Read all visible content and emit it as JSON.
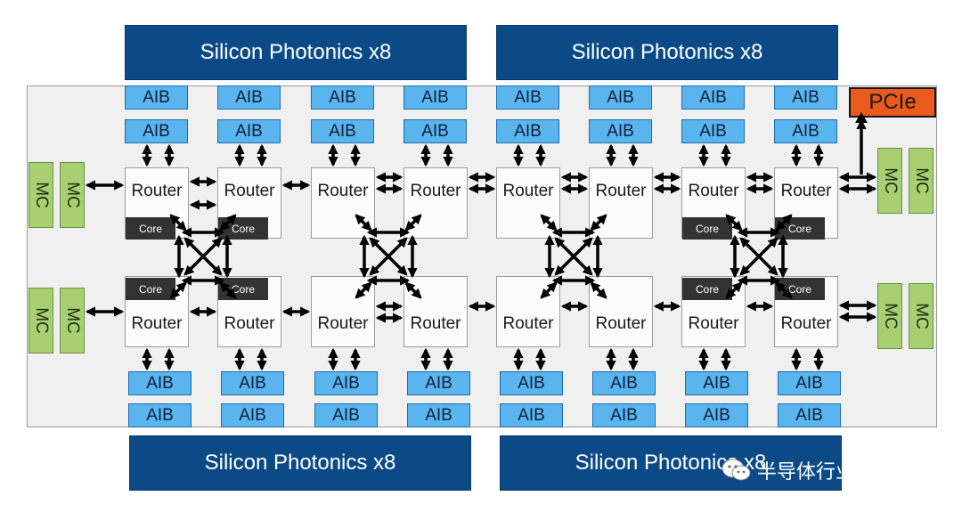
{
  "photonics": {
    "label": "Silicon Photonics x8"
  },
  "aib": {
    "label": "AIB"
  },
  "router": {
    "label": "Router"
  },
  "core": {
    "label": "Core"
  },
  "mc": {
    "label": "MC"
  },
  "pcie": {
    "label": "PCIe"
  },
  "watermark": {
    "text": "半导体行业观察",
    "icon": "wechat-icon"
  },
  "colors": {
    "photonics": "#0b4a86",
    "aib": "#5ab4ee",
    "mc": "#a8cf72",
    "pcie": "#ea5a1d",
    "core": "#333333",
    "die": "#f0f0f0"
  }
}
